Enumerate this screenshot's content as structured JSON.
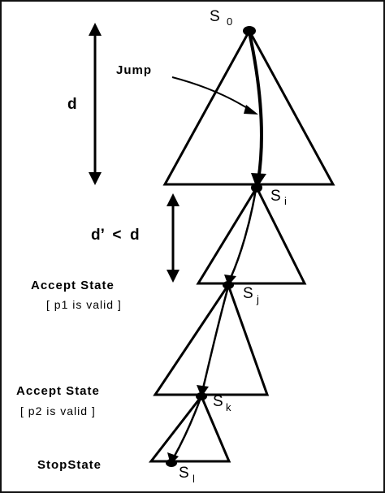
{
  "diagram": {
    "states": {
      "s0": {
        "base": "S",
        "sub": "0"
      },
      "si": {
        "base": "S",
        "sub": "i"
      },
      "sj": {
        "base": "S",
        "sub": "j"
      },
      "sk": {
        "base": "S",
        "sub": "k"
      },
      "sl": {
        "base": "S",
        "sub": "l"
      }
    },
    "labels": {
      "jump": "Jump",
      "d": "d",
      "d_prime_lt_d": "d’  <  d",
      "accept_state_1": "Accept State",
      "p1_valid": "[ p1 is valid ]",
      "accept_state_2": "Accept State",
      "p2_valid": "[ p2 is valid ]",
      "stop_state": "StopState"
    },
    "colors": {
      "ink": "#000000",
      "frame": "#111111",
      "background": "#ffffff"
    }
  }
}
